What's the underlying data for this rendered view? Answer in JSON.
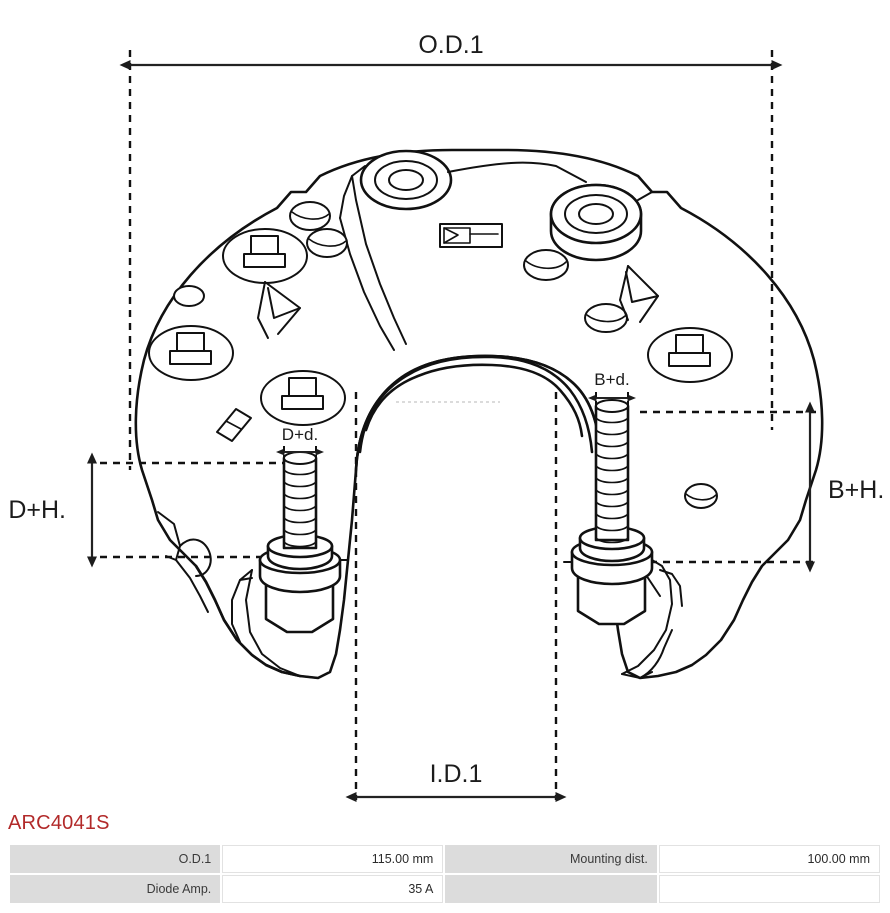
{
  "part_number": "ARC4041S",
  "drawing": {
    "title": "alternator rectifier technical dimension drawing",
    "dimensions": {
      "od1": "O.D.1",
      "id1": "I.D.1",
      "d_plus_h": "D+H.",
      "d_plus_d": "D+d.",
      "b_plus_h": "B+H.",
      "b_plus_d": "B+d."
    },
    "colors": {
      "line": "#111111",
      "background": "#ffffff"
    }
  },
  "spec_table": {
    "rows": [
      {
        "label_left": "O.D.1",
        "value_left": "115.00 mm",
        "label_right": "Mounting dist.",
        "value_right": "100.00 mm"
      },
      {
        "label_left": "Diode Amp.",
        "value_left": "35 A",
        "label_right": "",
        "value_right": ""
      }
    ]
  }
}
